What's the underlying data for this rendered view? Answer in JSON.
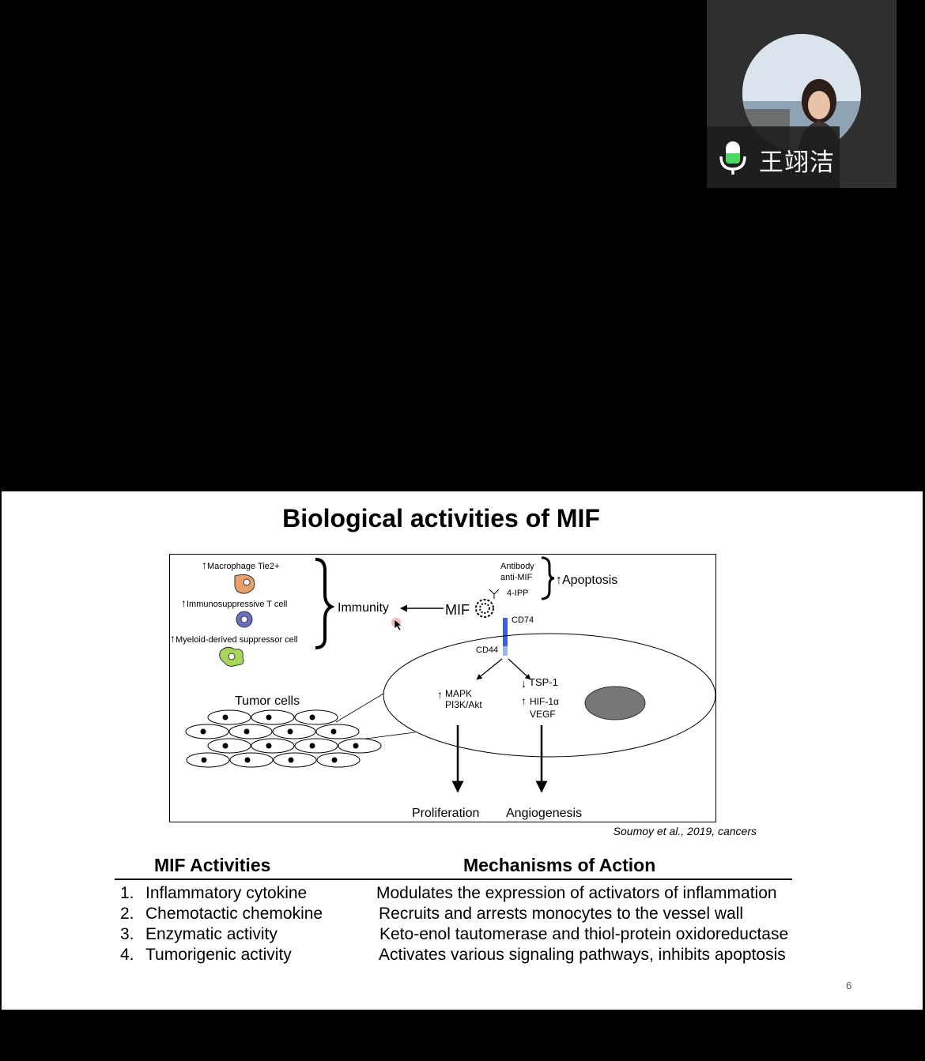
{
  "participant": {
    "name": "王翊洁",
    "mic_status": "unmuted"
  },
  "slide": {
    "title": "Biological activities of MIF",
    "citation": "Soumoy et al., 2019, cancers",
    "page_number": "6",
    "figure": {
      "cells": [
        {
          "arrow": "↑",
          "label": "Macrophage Tie2+"
        },
        {
          "arrow": "↑",
          "label": "Immunosuppressive T cell"
        },
        {
          "arrow": "↑",
          "label": "Myeloid-derived suppressor cell"
        }
      ],
      "immunity": "Immunity",
      "mif": "MIF",
      "antibody_line1": "Antibody",
      "antibody_line2": "anti-MIF",
      "ipp": "4-IPP",
      "apoptosis": "↑Apoptosis",
      "cd74": "CD74",
      "cd44": "CD44",
      "mapk": "MAPK",
      "pi3k": "PI3K/Akt",
      "tsp": "TSP-1",
      "hif": "HIF-1α",
      "vegf": "VEGF",
      "tumor_cells": "Tumor cells",
      "proliferation": "Proliferation",
      "angiogenesis": "Angiogenesis"
    },
    "table": {
      "headers": [
        "MIF Activities",
        "Mechanisms of Action"
      ],
      "rows": [
        {
          "num": "1.",
          "activity": "Inflammatory cytokine",
          "mechanism": "Modulates the expression of activators of inflammation"
        },
        {
          "num": "2.",
          "activity": "Chemotactic chemokine",
          "mechanism": "Recruits and arrests monocytes to the vessel wall"
        },
        {
          "num": "3.",
          "activity": "Enzymatic activity",
          "mechanism": "Keto-enol tautomerase and thiol-protein oxidoreductase"
        },
        {
          "num": "4.",
          "activity": "Tumorigenic activity",
          "mechanism": "Activates various signaling pathways, inhibits apoptosis"
        }
      ]
    }
  },
  "colors": {
    "macrophage": "#e8a06a",
    "t_cell": "#6a6fc4",
    "mdsc": "#a6d65a",
    "receptor": "#3a5fd8",
    "nucleus": "#777777",
    "mic_green": "#4cd964"
  }
}
